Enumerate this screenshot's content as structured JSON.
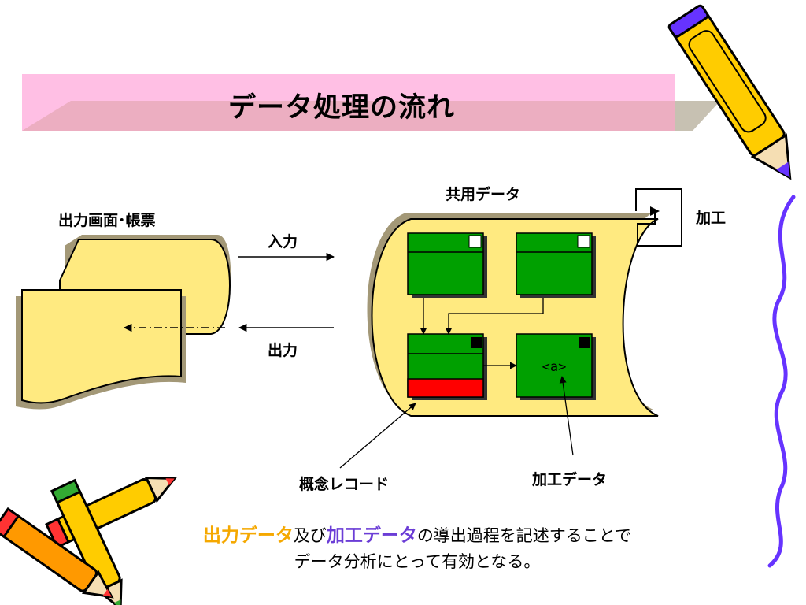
{
  "slide": {
    "title": "データ処理の流れ"
  },
  "diagram": {
    "screen_label": "出力画面･帳票",
    "input_label": "入力",
    "output_label": "出力",
    "shared_data_label": "共用データ",
    "process_label": "加工",
    "concept_record_label": "概念レコード",
    "processed_data_label": "加工データ",
    "record_tag": "<a>"
  },
  "caption": {
    "highlight1": "出力データ",
    "text1": "及び",
    "highlight2": "加工データ",
    "text2": "の導出過程を記述することで",
    "line2": "データ分析にとって有効となる。"
  },
  "colors": {
    "title_band": "#ffbfe4",
    "title_shadow": "#c7c1b2",
    "shape_fill": "#ffea80",
    "shape_shadow": "#a39877",
    "record_green": "#00a000",
    "record_red": "#ff0000",
    "highlight_orange": "#f5a800",
    "highlight_purple": "#6b3dd6",
    "wavy_line": "#6633ff"
  }
}
